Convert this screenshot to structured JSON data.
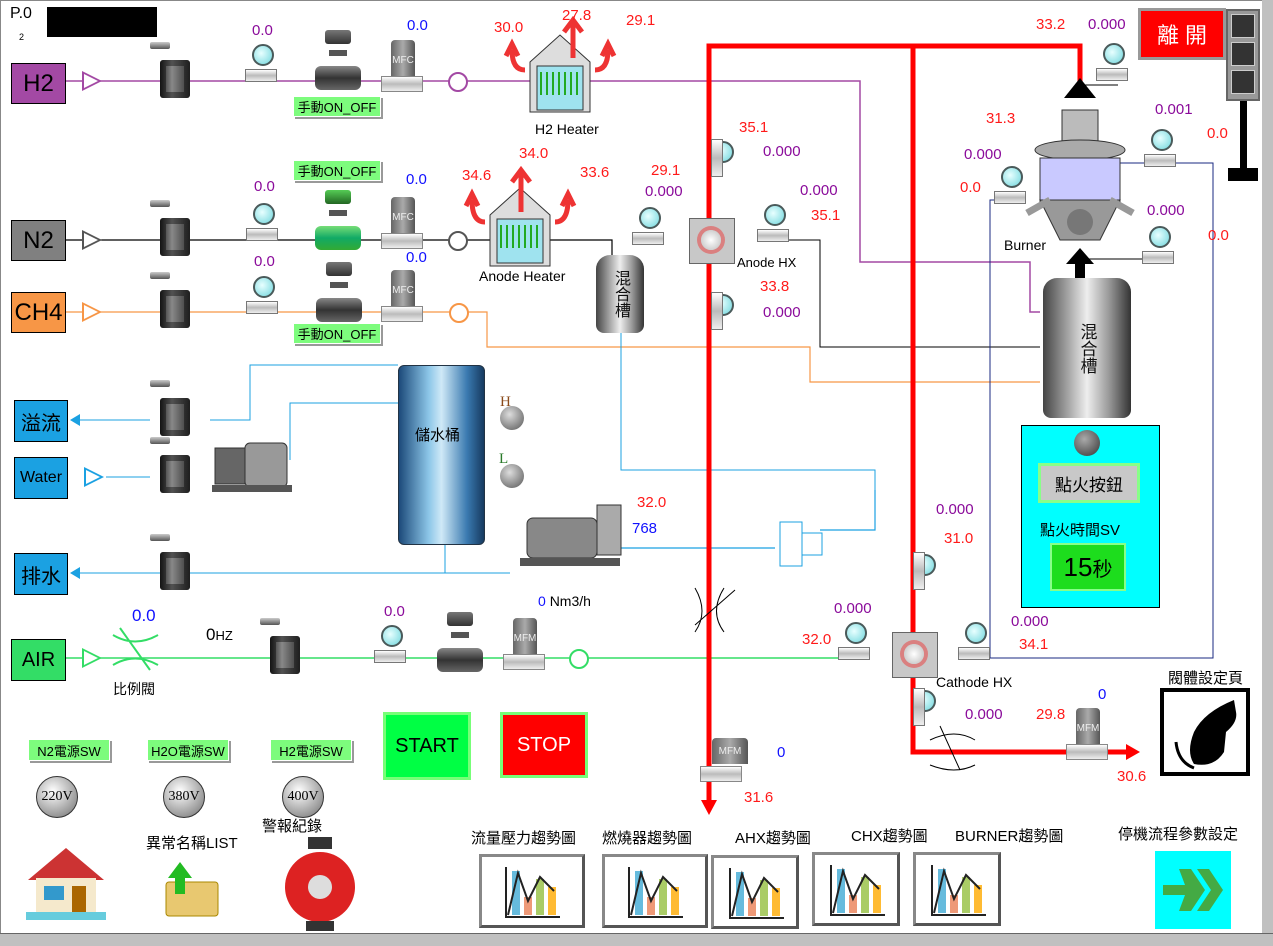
{
  "header": {
    "page": "P.0",
    "sub": "2"
  },
  "sources": {
    "h2": "H2",
    "n2": "N2",
    "ch4": "CH4",
    "overflow": "溢流",
    "water": "Water",
    "drain": "排水",
    "air": "AIR"
  },
  "colors": {
    "h2": "#a349a4",
    "n2": "#808080",
    "ch4": "#f79646",
    "water": "#1ba1e2",
    "air": "#33dd66",
    "hot_pipe": "#ff0000"
  },
  "labels": {
    "h2_heater": "H2 Heater",
    "anode_heater": "Anode Heater",
    "anode_hx": "Anode HX",
    "burner": "Burner",
    "cathode_hx": "Cathode HX",
    "prop_valve": "比例閥",
    "mix_tank": "混合槽",
    "mix_tank_big": "混合槽",
    "water_tank": "儲水桶",
    "level_h": "H",
    "level_l": "L",
    "mfc": "MFC",
    "mfm": "MFM",
    "hz_unit": "HZ",
    "nm3h_unit": "Nm3/h"
  },
  "readings": {
    "h2_pressure": "0.0",
    "h2_mfc": "0.0",
    "h2_heater_left": "30.0",
    "h2_heater_top": "27.8",
    "h2_heater_right": "29.1",
    "n2_pressure": "0.0",
    "n2_mfc": "0.0",
    "ch4_pressure": "0.0",
    "ch4_mfc": "0.0",
    "anode_heater_left": "34.6",
    "anode_heater_top": "34.0",
    "anode_heater_right": "33.6",
    "ahx_top_temp": "35.1",
    "ahx_top_flow": "0.000",
    "ahx_left_temp": "29.1",
    "ahx_left_flow": "0.000",
    "ahx_right_flow": "0.000",
    "ahx_right_temp": "35.1",
    "ahx_bottom_temp": "33.8",
    "ahx_bottom_flow": "0.000",
    "burner_exhaust_temp": "33.2",
    "burner_exhaust_flow": "0.000",
    "burner_temp": "31.3",
    "burner_left_flow": "0.000",
    "burner_left_val": "0.0",
    "burner_right_flow_top": "0.001",
    "burner_right_val_top": "0.0",
    "burner_right_flow": "0.000",
    "burner_right_val": "0.0",
    "pump_temp": "32.0",
    "pump_flow": "768",
    "pump_nm3h": "0",
    "chx_top_flow": "0.000",
    "chx_top_temp": "31.0",
    "chx_left_flow": "0.000",
    "chx_left_temp": "32.0",
    "chx_right_flow": "0.000",
    "chx_right_temp": "34.1",
    "chx_bottom_flow": "0.000",
    "chx_out_temp": "29.8",
    "chx_mfm": "0",
    "chx_out_final": "30.6",
    "anode_mfm": "0",
    "anode_out": "31.6",
    "air_prop": "0.0",
    "air_hz": "0",
    "air_pressure": "0.0"
  },
  "buttons": {
    "exit": "離 開",
    "manual_h2": "手動ON_OFF",
    "manual_n2": "手動ON_OFF",
    "manual_ch4": "手動ON_OFF",
    "start": "START",
    "stop": "STOP",
    "n2_power": "N2電源SW",
    "h2o_power": "H2O電源SW",
    "h2_power": "H2電源SW",
    "ignite": "點火按鈕",
    "ignite_time_label": "點火時間SV",
    "ignite_time_value": "15",
    "ignite_time_unit": "秒"
  },
  "voltages": {
    "n2": "220V",
    "h2o": "380V",
    "h2": "400V"
  },
  "nav": {
    "alarm_list": "異常名稱LIST",
    "alarm_log": "警報紀錄",
    "valve_settings": "閥體設定頁",
    "shutdown_params": "停機流程參數設定",
    "trends": [
      "流量壓力趨勢圖",
      "燃燒器趨勢圖",
      "AHX趨勢圖",
      "CHX趨勢圖",
      "BURNER趨勢圖"
    ]
  }
}
